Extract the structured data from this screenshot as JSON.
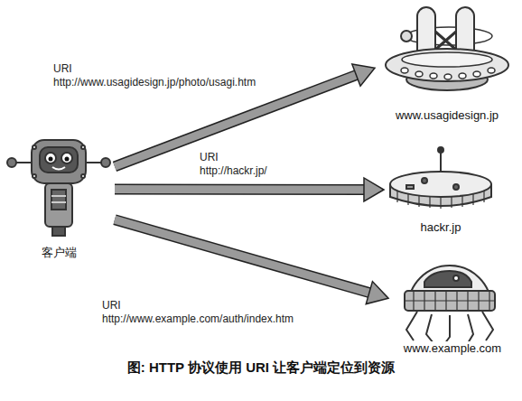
{
  "diagram": {
    "caption": "图: HTTP 协议使用 URI 让客户端定位到资源",
    "nodes": [
      {
        "text": [
          "客户端"
        ]
      },
      {
        "text": [
          "www.usagidesign.jp"
        ]
      },
      {
        "text": [
          "hackr.jp"
        ]
      },
      {
        "text": [
          "www.example.com"
        ]
      }
    ],
    "edges": [
      {
        "from": 0,
        "to": 1,
        "arrow": "to",
        "label": "URI http://www.usagidesign.jp/photo/usagi.htm"
      },
      {
        "from": 0,
        "to": 2,
        "arrow": "to",
        "label": "URI http://hackr.jp/"
      },
      {
        "from": 0,
        "to": 3,
        "arrow": "to",
        "label": "URI http://www.example.com/auth/index.htm"
      }
    ]
  }
}
